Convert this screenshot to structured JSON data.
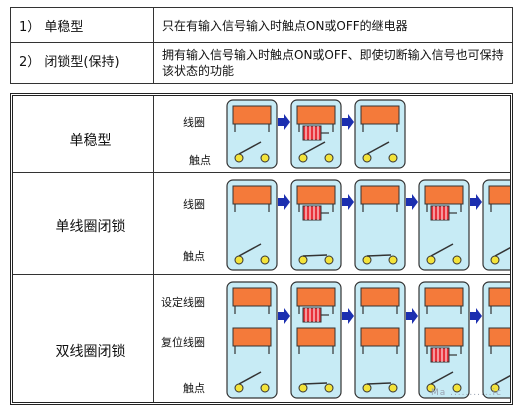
{
  "definitions": [
    {
      "key": "1） 单稳型",
      "desc": "只在有输入信号输入时触点ON或OFF的继电器"
    },
    {
      "key": "2） 闭锁型(保持)",
      "desc": "拥有输入信号输入时触点ON或OFF、即使切断输入信号也可保持该状态的功能"
    }
  ],
  "rows": [
    {
      "title": "单稳型",
      "labels": [
        "线圈",
        "触点"
      ]
    },
    {
      "title": "单线圈闭锁",
      "labels": [
        "线圈",
        "触点"
      ]
    },
    {
      "title": "双线圈闭锁",
      "labels": [
        "设定线圈",
        "复位线圈",
        "触点"
      ]
    }
  ],
  "colors": {
    "panel": "#c7ebf5",
    "coil": "#f47a3a",
    "active_coil": "#e8303a",
    "arrow": "#1c2fb0",
    "contact": "#f3e33a"
  },
  "watermark": "Ma ...........ic"
}
